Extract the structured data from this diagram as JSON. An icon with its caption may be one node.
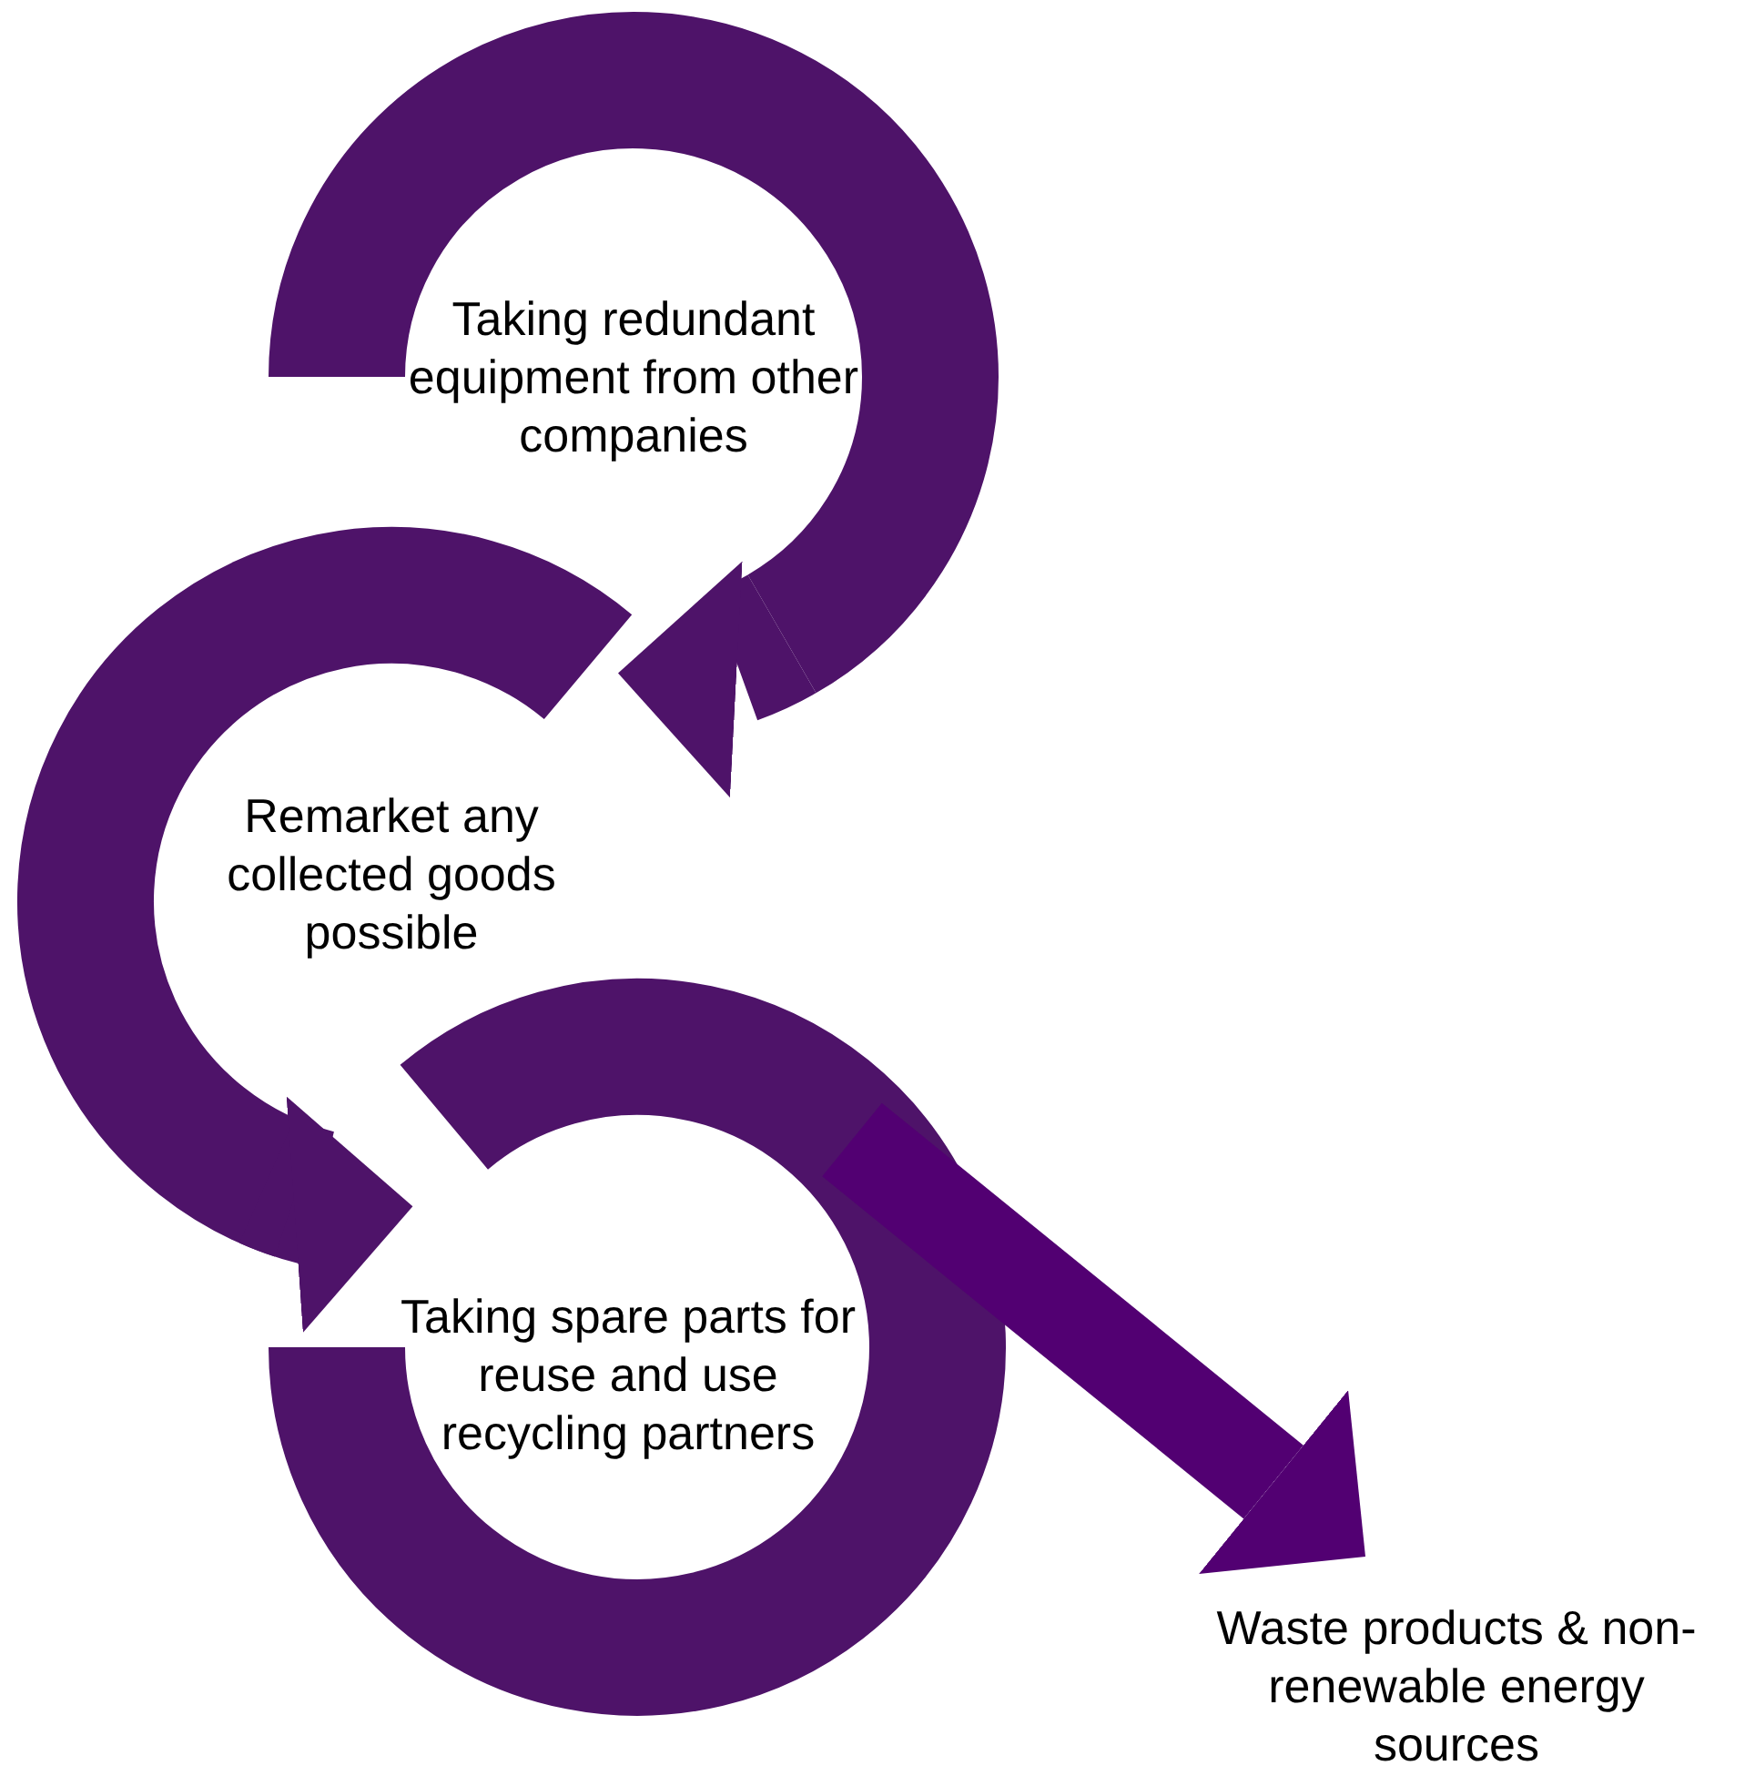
{
  "diagram": {
    "nodes": [
      {
        "text": [
          "Taking redundant equipment from other companies"
        ]
      },
      {
        "text": [
          "Remarket any collected goods possible"
        ]
      },
      {
        "text": [
          "Taking spare parts for reuse and use recycling partners"
        ]
      },
      {
        "text": [
          "Waste products & non-renewable energy sources"
        ]
      }
    ],
    "edges": [
      {
        "from": 0,
        "to": 1,
        "arrow": "to"
      },
      {
        "from": 1,
        "to": 2,
        "arrow": "to"
      },
      {
        "from": 2,
        "to": 3,
        "arrow": "to",
        "color": "#520072"
      }
    ]
  }
}
